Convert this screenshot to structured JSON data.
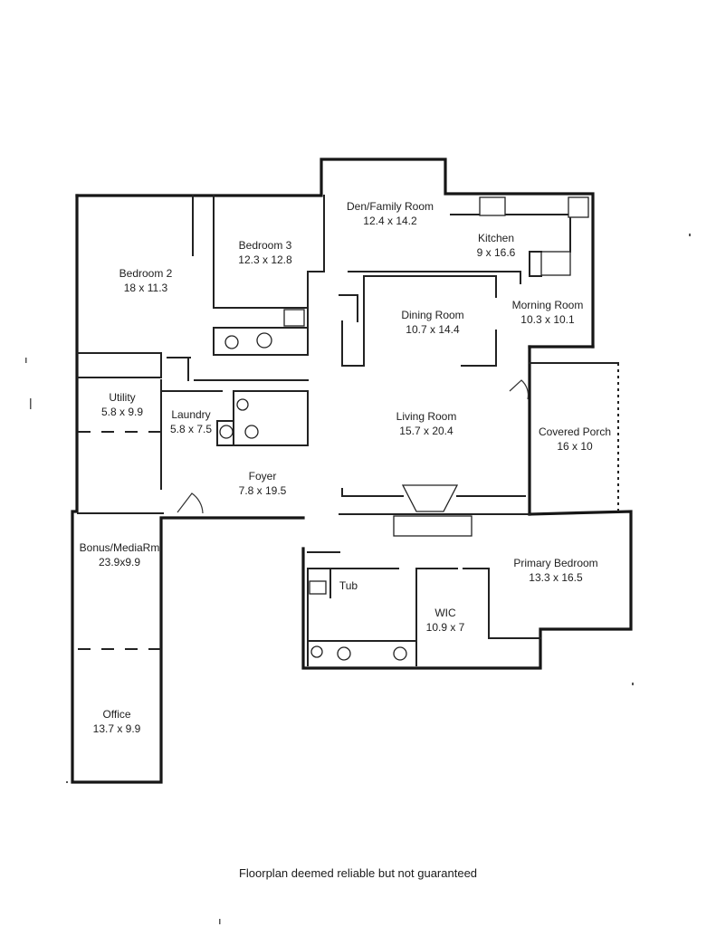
{
  "rooms": [
    {
      "id": "den",
      "name": "Den/Family Room",
      "dims": "12.4 x 14.2"
    },
    {
      "id": "kitchen",
      "name": "Kitchen",
      "dims": "9 x 16.6"
    },
    {
      "id": "bedroom3",
      "name": "Bedroom 3",
      "dims": "12.3 x 12.8"
    },
    {
      "id": "bedroom2",
      "name": "Bedroom 2",
      "dims": "18 x 11.3"
    },
    {
      "id": "morning",
      "name": "Morning Room",
      "dims": "10.3 x 10.1"
    },
    {
      "id": "dining",
      "name": "Dining Room",
      "dims": "10.7 x 14.4"
    },
    {
      "id": "utility",
      "name": "Utility",
      "dims": "5.8 x 9.9"
    },
    {
      "id": "laundry",
      "name": "Laundry",
      "dims": "5.8 x 7.5"
    },
    {
      "id": "living",
      "name": "Living Room",
      "dims": "15.7 x 20.4"
    },
    {
      "id": "porch",
      "name": "Covered Porch",
      "dims": "16 x 10"
    },
    {
      "id": "foyer",
      "name": "Foyer",
      "dims": "7.8 x 19.5"
    },
    {
      "id": "bonus",
      "name": "Bonus/MediaRm",
      "dims": "23.9x9.9"
    },
    {
      "id": "primary",
      "name": "Primary Bedroom",
      "dims": "13.3 x 16.5"
    },
    {
      "id": "wic",
      "name": "WIC",
      "dims": "10.9 x 7"
    },
    {
      "id": "office",
      "name": "Office",
      "dims": "13.7 x 9.9"
    }
  ],
  "tub_label": "Tub",
  "footer": "Floorplan deemed reliable but not guaranteed",
  "colors": {
    "wall": "#161616",
    "background": "#ffffff"
  }
}
